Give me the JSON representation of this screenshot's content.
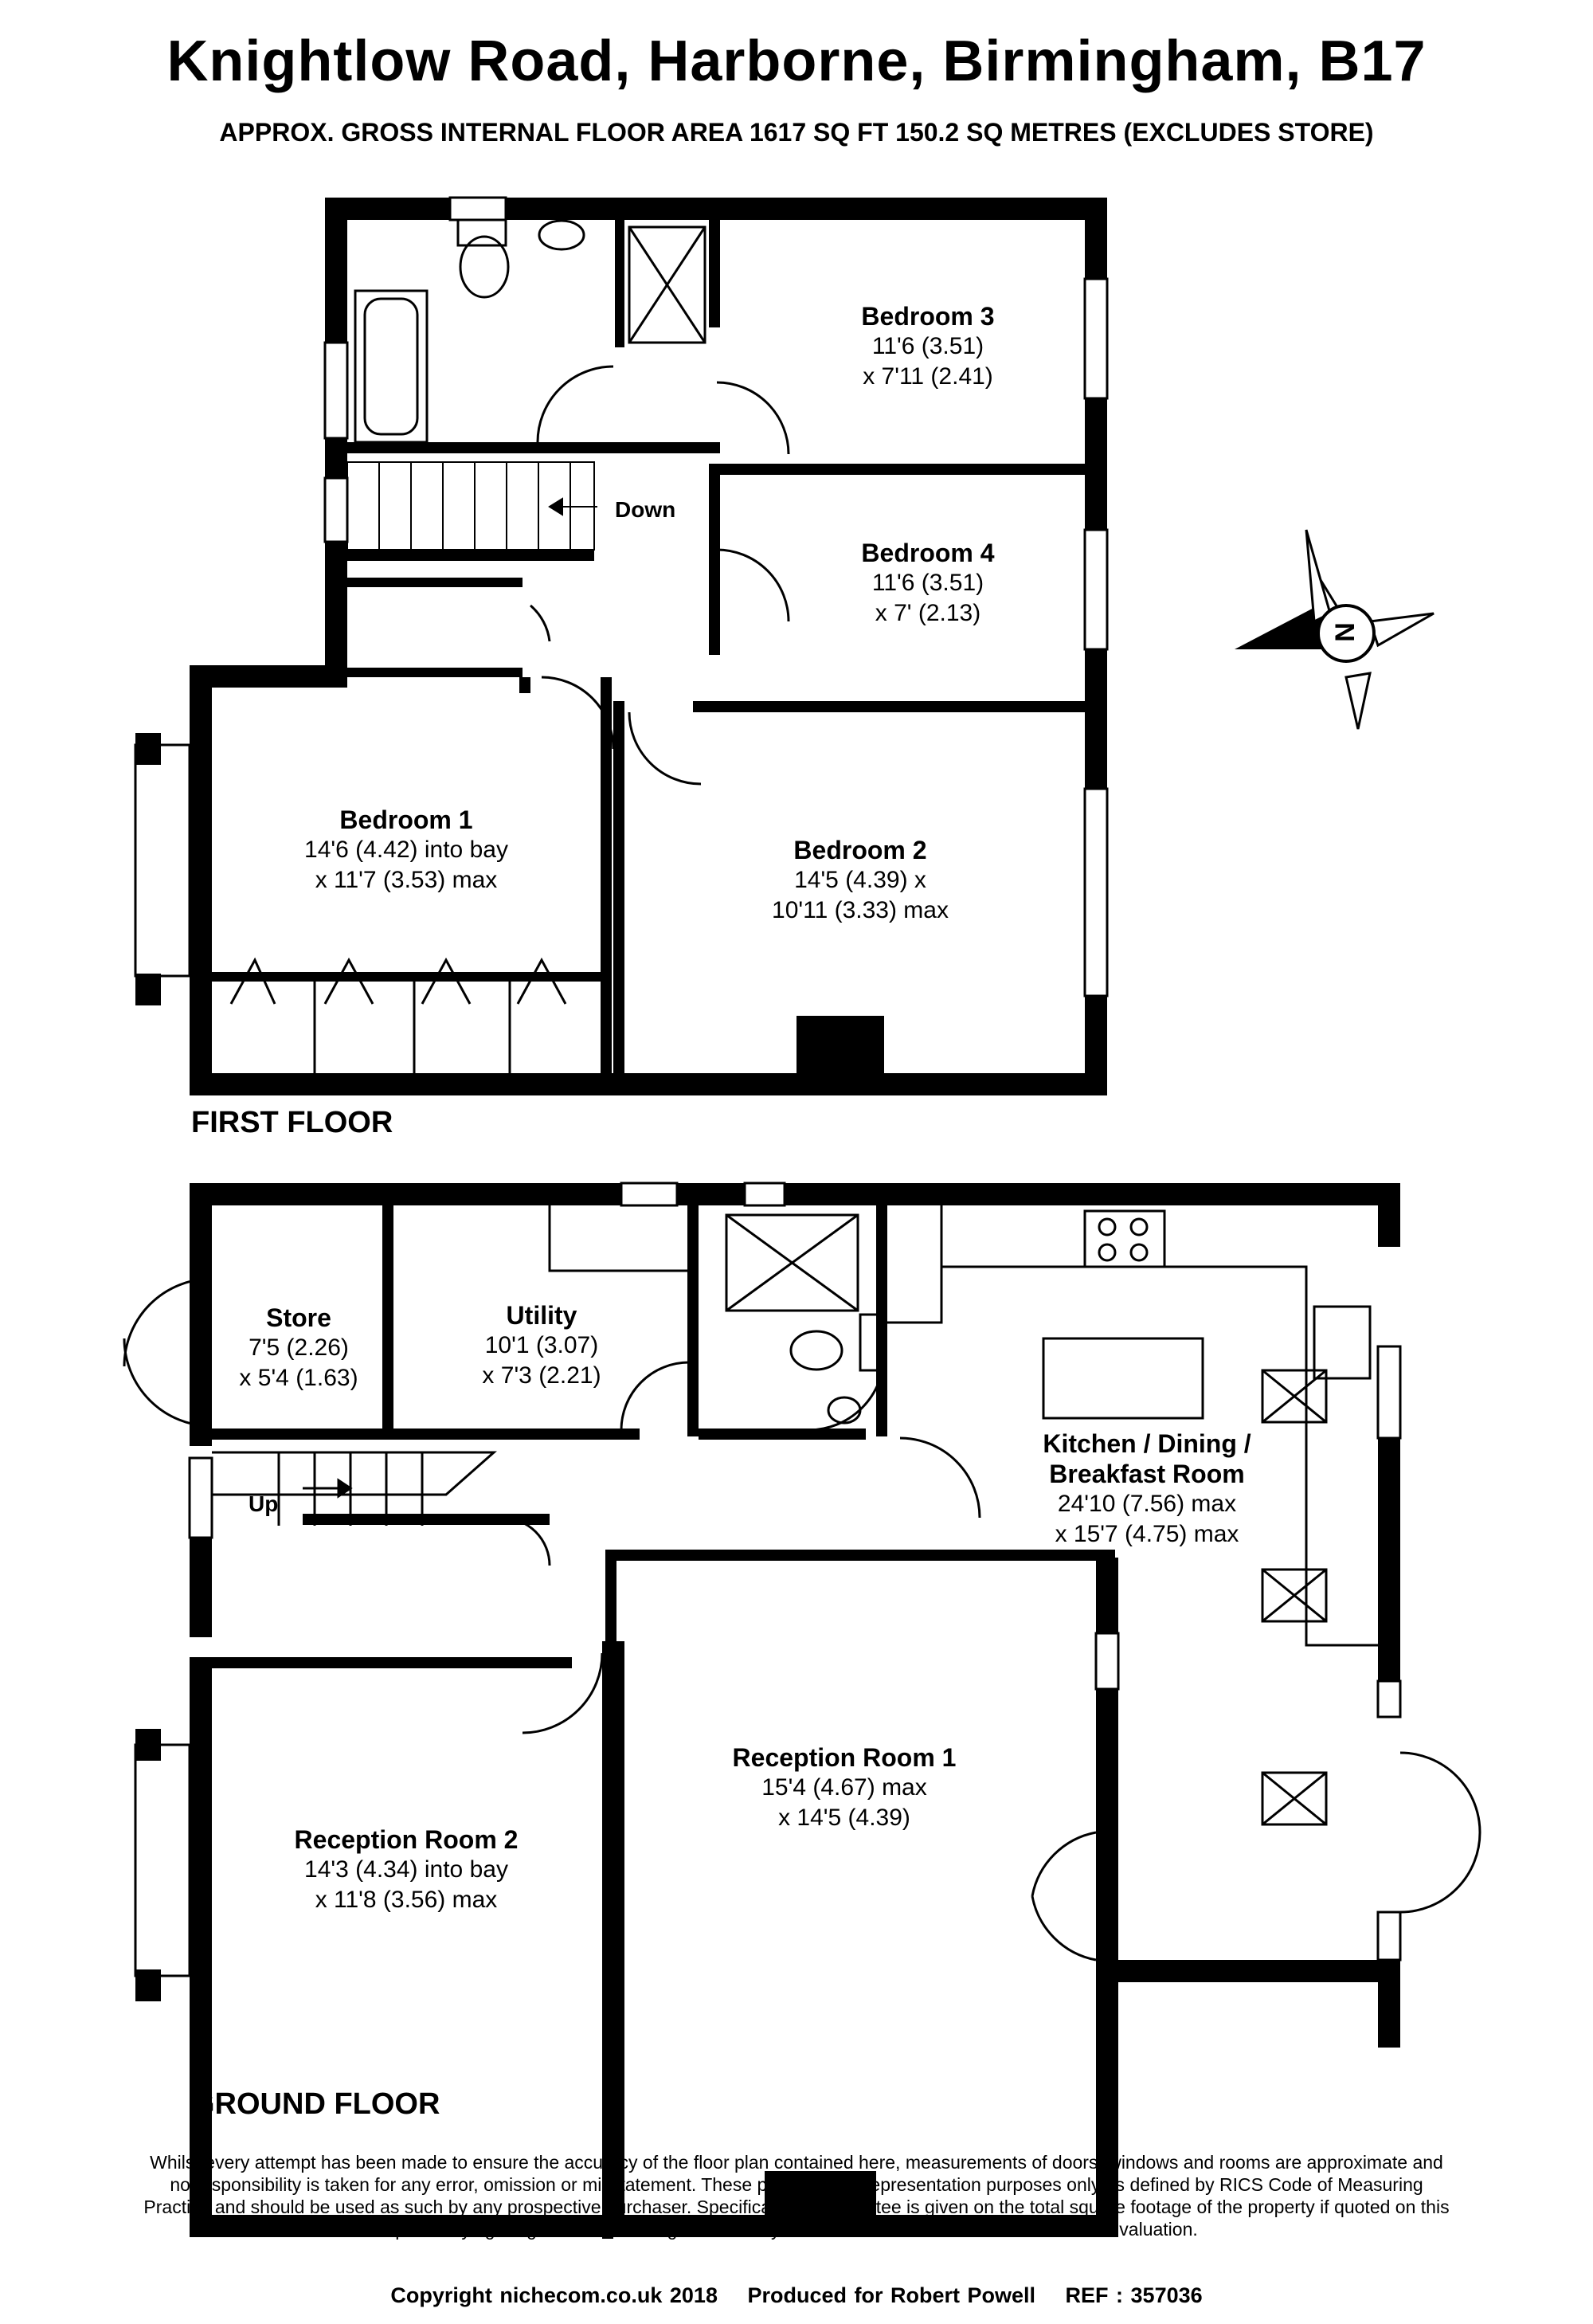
{
  "header": {
    "title": "Knightlow Road, Harborne, Birmingham, B17",
    "subtitle": "APPROX. GROSS INTERNAL FLOOR AREA 1617 SQ FT 150.2 SQ METRES (EXCLUDES STORE)"
  },
  "first_floor": {
    "label": "FIRST FLOOR",
    "rooms": {
      "bedroom3": {
        "name": "Bedroom 3",
        "dim1": "11'6 (3.51)",
        "dim2": "x 7'11 (2.41)"
      },
      "bedroom4": {
        "name": "Bedroom 4",
        "dim1": "11'6 (3.51)",
        "dim2": "x 7' (2.13)"
      },
      "bedroom1": {
        "name": "Bedroom 1",
        "dim1": "14'6 (4.42) into bay",
        "dim2": "x 11'7 (3.53) max"
      },
      "bedroom2": {
        "name": "Bedroom 2",
        "dim1": "14'5 (4.39) x",
        "dim2": "10'11 (3.33) max"
      }
    },
    "stairs_label": "Down"
  },
  "ground_floor": {
    "label": "GROUND FLOOR",
    "rooms": {
      "store": {
        "name": "Store",
        "dim1": "7'5 (2.26)",
        "dim2": "x 5'4 (1.63)"
      },
      "utility": {
        "name": "Utility",
        "dim1": "10'1 (3.07)",
        "dim2": "x 7'3 (2.21)"
      },
      "kitchen": {
        "name1": "Kitchen / Dining /",
        "name2": "Breakfast Room",
        "dim1": "24'10 (7.56) max",
        "dim2": "x 15'7 (4.75) max"
      },
      "reception1": {
        "name": "Reception Room 1",
        "dim1": "15'4 (4.67) max",
        "dim2": "x 14'5 (4.39)"
      },
      "reception2": {
        "name": "Reception Room 2",
        "dim1": "14'3 (4.34) into bay",
        "dim2": "x 11'8 (3.56) max"
      }
    },
    "stairs_label": "Up"
  },
  "compass": {
    "label": "N"
  },
  "disclaimer": "Whilst every attempt has been made to ensure the accuracy of the floor plan contained here, measurements of doors, windows and rooms are approximate and no responsibility is taken for any error, omission or misstatement. These plans are for representation purposes only as defined by RICS Code of Measuring Practice and should be used as such by any prospective purchaser. Specifically no guarantee is given on the total square footage of the property if quoted on this plan. Any figure given is for initial guidance only and should not be relied on as a basis of valuation.",
  "footer": {
    "copyright": "Copyright nichecom.co.uk 2018",
    "produced_for": "Produced for Robert Powell",
    "ref": "REF : 357036"
  }
}
